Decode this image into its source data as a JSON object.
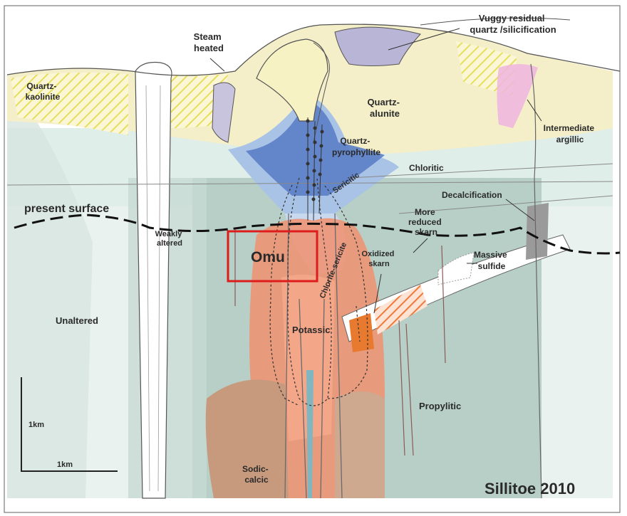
{
  "labels": {
    "vuggy": [
      "Vuggy residual",
      "quartz /silicification"
    ],
    "steam": [
      "Steam",
      "heated"
    ],
    "quartz_kaolinite": [
      "Quartz-",
      "kaolinite"
    ],
    "quartz_alunite": [
      "Quartz-",
      "alunite"
    ],
    "intermediate_argillic": [
      "Intermediate",
      "argillic"
    ],
    "quartz_pyrophyllite": [
      "Quartz-",
      "pyrophyllite"
    ],
    "chloritic": "Chloritic",
    "sericitic": "Sericitic",
    "decalcification": "Decalcification",
    "present_surface": "present surface",
    "weakly_altered": [
      "Weakly",
      "altered"
    ],
    "more_reduced_skarn": [
      "More",
      "reduced",
      "skarn"
    ],
    "massive_sulfide": [
      "Massive",
      "sulfide"
    ],
    "oxidized_skarn": [
      "Oxidized",
      "skarn"
    ],
    "chlorite_sericite": "Chlorite-sericite",
    "omu": "Omu",
    "unaltered": "Unaltered",
    "potassic": "Potassic",
    "propylitic": "Propylitic",
    "sodic_calcic": [
      "Sodic-",
      "calcic"
    ],
    "scale_vertical": "1km",
    "scale_horizontal": "1km",
    "citation": "Sillitoe 2010"
  },
  "colors": {
    "quartz_alunite": "#f7f2c4",
    "vuggy": "#b9b5d6",
    "kaolinite_hatch": "#e9e267",
    "pyrophyllite": "#5b7ec6",
    "sericitic": "#a9c3e6",
    "chloritic": "#d8e7e0",
    "propylitic": "#b3cdc4",
    "potassic": "#f1906f",
    "sodic_calcic": "#c79a7e",
    "argillic": "#eeb5df",
    "skarn_oxidized": "#e87a30",
    "omu_box": "#dd1c1c"
  }
}
